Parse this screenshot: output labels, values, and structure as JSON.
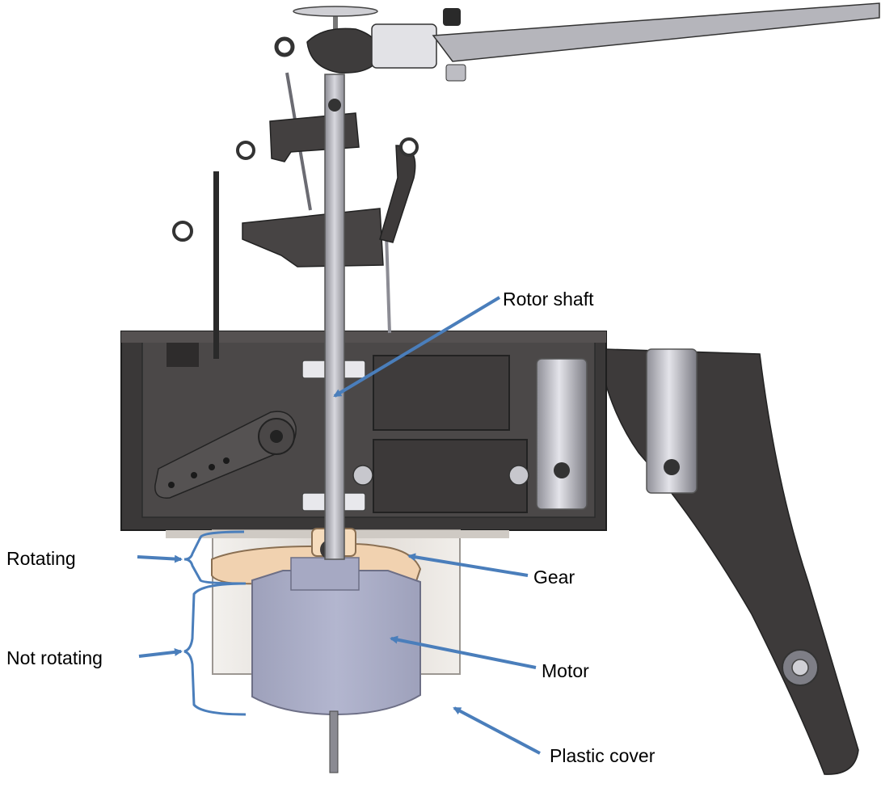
{
  "labels": {
    "rotor_shaft": "Rotor shaft",
    "rotating": "Rotating",
    "gear": "Gear",
    "not_rotating": "Not rotating",
    "motor": "Motor",
    "plastic_cover": "Plastic cover"
  },
  "colors": {
    "arrow": "#4a7ebb",
    "frame_dark": "#3a3838",
    "frame_mid": "#4a4747",
    "metal": "#a9a9b0",
    "motor": "#a6a9c3",
    "gear": "#f1d2b0",
    "cover": "#e6e2de"
  }
}
